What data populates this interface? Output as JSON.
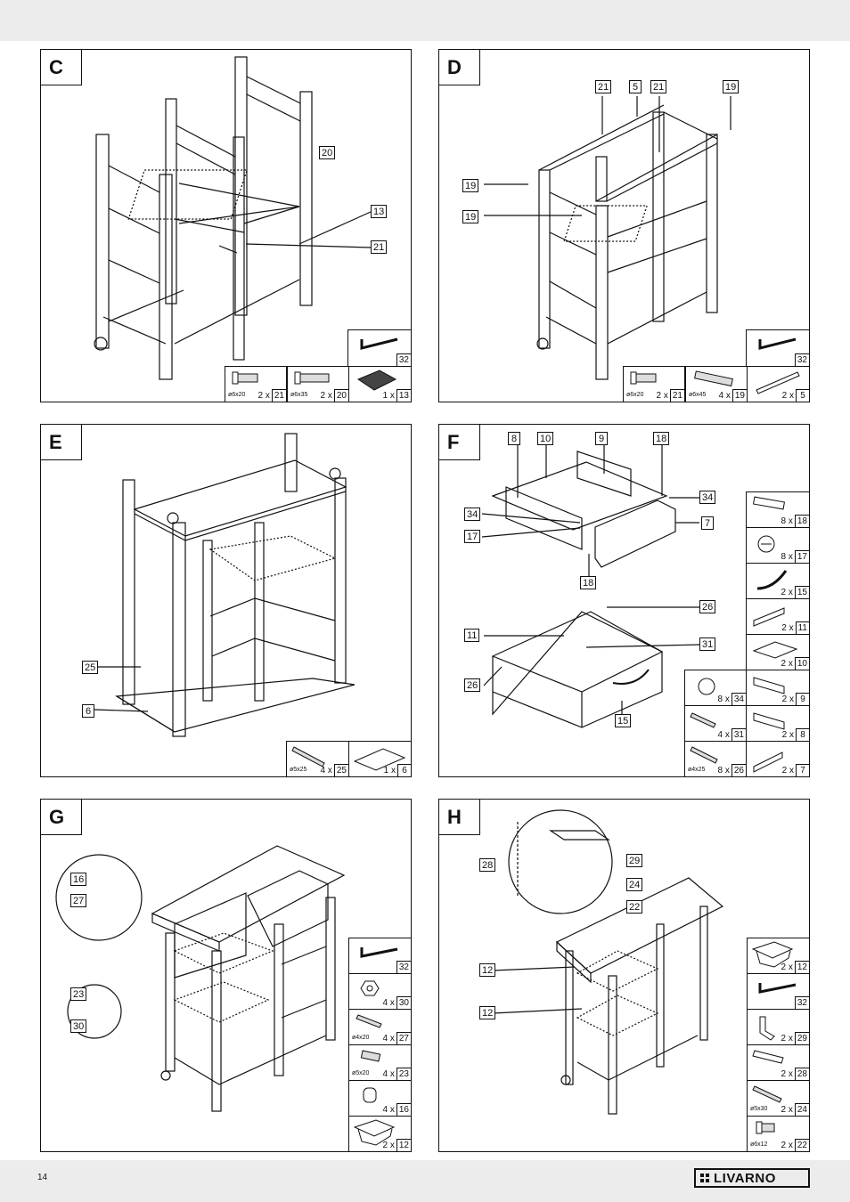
{
  "page_number": "14",
  "brand": "LIVARNO",
  "steps": [
    {
      "letter": "C",
      "callouts": [
        "20",
        "13",
        "21"
      ],
      "parts": [
        {
          "icon": "allen-key-icon",
          "dim": "",
          "count": "",
          "ref": "32"
        },
        {
          "icon": "bolt-icon",
          "dim": "ø6x20",
          "count": "2 x",
          "ref": "21"
        },
        {
          "icon": "bolt-icon",
          "dim": "ø6x35",
          "count": "2 x",
          "ref": "20"
        },
        {
          "icon": "mesh-panel-icon",
          "dim": "",
          "count": "1 x",
          "ref": "13"
        }
      ]
    },
    {
      "letter": "D",
      "callouts": [
        "21",
        "5",
        "21",
        "19",
        "19",
        "19"
      ],
      "parts": [
        {
          "icon": "allen-key-icon",
          "dim": "",
          "count": "",
          "ref": "32"
        },
        {
          "icon": "bolt-icon",
          "dim": "ø6x20",
          "count": "2 x",
          "ref": "21"
        },
        {
          "icon": "bolt-icon",
          "dim": "ø6x45",
          "count": "4 x",
          "ref": "19"
        },
        {
          "icon": "rod-icon",
          "dim": "",
          "count": "2 x",
          "ref": "5"
        }
      ]
    },
    {
      "letter": "E",
      "callouts": [
        "25",
        "6"
      ],
      "parts": [
        {
          "icon": "screw-icon",
          "dim": "ø5x25",
          "count": "4 x",
          "ref": "25"
        },
        {
          "icon": "board-icon",
          "dim": "",
          "count": "1 x",
          "ref": "6"
        }
      ]
    },
    {
      "letter": "F",
      "callouts": [
        "8",
        "10",
        "9",
        "18",
        "34",
        "7",
        "34",
        "17",
        "18",
        "26",
        "11",
        "31",
        "26",
        "15"
      ],
      "parts_right": [
        {
          "icon": "dowel-icon",
          "dim": "",
          "count": "8 x",
          "ref": "18"
        },
        {
          "icon": "cam-lock-icon",
          "dim": "",
          "count": "8 x",
          "ref": "17"
        },
        {
          "icon": "handle-icon",
          "dim": "",
          "count": "2 x",
          "ref": "15"
        },
        {
          "icon": "drawer-side-icon",
          "dim": "",
          "count": "2 x",
          "ref": "11"
        },
        {
          "icon": "drawer-bottom-icon",
          "dim": "",
          "count": "2 x",
          "ref": "10"
        },
        {
          "icon": "drawer-back-icon",
          "dim": "",
          "count": "2 x",
          "ref": "9"
        },
        {
          "icon": "drawer-panel-icon",
          "dim": "",
          "count": "2 x",
          "ref": "8"
        },
        {
          "icon": "drawer-front-icon",
          "dim": "",
          "count": "2 x",
          "ref": "7"
        }
      ],
      "parts_left": [
        {
          "icon": "disc-icon",
          "dim": "",
          "count": "8 x",
          "ref": "34"
        },
        {
          "icon": "screw-icon",
          "dim": "",
          "count": "4 x",
          "ref": "31"
        },
        {
          "icon": "screw-icon",
          "dim": "ø4x25",
          "count": "8 x",
          "ref": "26"
        }
      ]
    },
    {
      "letter": "G",
      "callouts": [
        "16",
        "27",
        "23",
        "30"
      ],
      "parts": [
        {
          "icon": "allen-key-icon",
          "dim": "",
          "count": "",
          "ref": "32"
        },
        {
          "icon": "nut-icon",
          "dim": "",
          "count": "4 x",
          "ref": "30"
        },
        {
          "icon": "screw-icon",
          "dim": "ø4x20",
          "count": "4 x",
          "ref": "27"
        },
        {
          "icon": "bolt-icon",
          "dim": "ø5x20",
          "count": "4 x",
          "ref": "23"
        },
        {
          "icon": "spacer-icon",
          "dim": "",
          "count": "4 x",
          "ref": "16"
        },
        {
          "icon": "basket-icon",
          "dim": "",
          "count": "2 x",
          "ref": "12"
        }
      ]
    },
    {
      "letter": "H",
      "callouts": [
        "29",
        "28",
        "24",
        "22",
        "12",
        "12"
      ],
      "parts": [
        {
          "icon": "basket-icon",
          "dim": "",
          "count": "2 x",
          "ref": "12"
        },
        {
          "icon": "allen-key-icon",
          "dim": "",
          "count": "",
          "ref": "32"
        },
        {
          "icon": "bracket-icon",
          "dim": "",
          "count": "2 x",
          "ref": "29"
        },
        {
          "icon": "wall-plug-icon",
          "dim": "",
          "count": "2 x",
          "ref": "28"
        },
        {
          "icon": "screw-icon",
          "dim": "ø5x30",
          "count": "2 x",
          "ref": "24"
        },
        {
          "icon": "bolt-icon",
          "dim": "ø6x12",
          "count": "2 x",
          "ref": "22"
        }
      ]
    }
  ]
}
